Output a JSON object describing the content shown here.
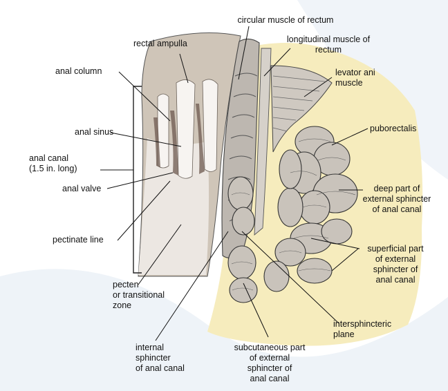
{
  "labels": {
    "circular_muscle": "circular muscle of rectum",
    "longitudinal_muscle": [
      "longitudinal muscle of",
      "rectum"
    ],
    "rectal_ampulla": "rectal ampulla",
    "levator_ani": [
      "levator ani",
      "muscle"
    ],
    "anal_column": "anal column",
    "puborectalis": "puborectalis",
    "anal_sinus": "anal sinus",
    "anal_canal": [
      "anal canal",
      "(1.5 in. long)"
    ],
    "anal_valve": "anal valve",
    "deep_part": [
      "deep part of",
      "external sphincter",
      "of anal canal"
    ],
    "pectinate_line": "pectinate line",
    "superficial_part": [
      "superficial part",
      "of external",
      "sphincter of",
      "anal canal"
    ],
    "pecten": [
      "pecten",
      "or transitional",
      "zone"
    ],
    "intersphincteric": [
      "intersphincteric",
      "plane"
    ],
    "internal_sphincter": [
      "internal",
      "sphincter",
      "of anal canal"
    ],
    "subcutaneous_part": [
      "subcutaneous part",
      "of external",
      "sphincter of",
      "anal canal"
    ]
  },
  "colors": {
    "background_wash": "#e6edf5",
    "rectum_tan": "#cfc5b8",
    "mucosa_light": "#ece7e2",
    "fat_yellow": "#f6ecbd",
    "muscle_grey": "#bdb7b0",
    "outline": "#333333"
  }
}
